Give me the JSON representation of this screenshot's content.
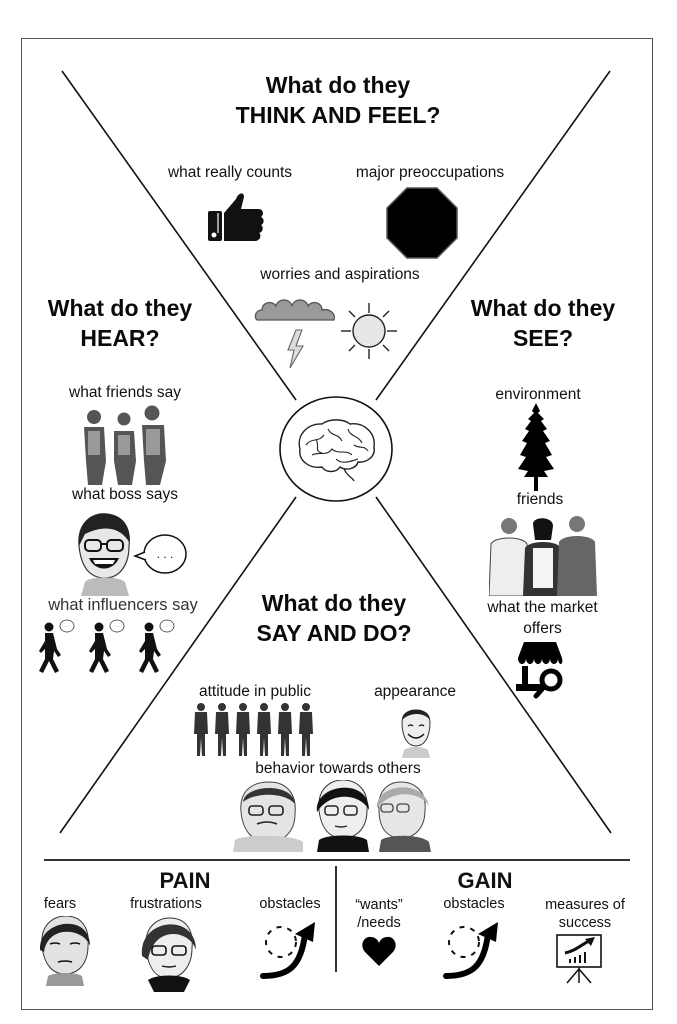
{
  "map": {
    "center_icon": "brain-icon",
    "quadrants": {
      "think_feel": {
        "title_line1": "What do they",
        "title_line2": "THINK AND FEEL?",
        "items": [
          {
            "label": "what really counts",
            "icon": "thumbs-up-icon"
          },
          {
            "label": "major preoccupations",
            "icon": "stop-sign-icon"
          },
          {
            "label": "worries and aspirations",
            "icon": "cloud-lightning-sun-icon"
          }
        ]
      },
      "hear": {
        "title_line1": "What do they",
        "title_line2": "HEAR?",
        "items": [
          {
            "label": "what friends say",
            "icon": "group-talking-icon"
          },
          {
            "label": "what boss says",
            "icon": "laughing-face-speech-bubble-icon",
            "bubble_text": ". . ."
          },
          {
            "label": "what influencers say",
            "icon": "walking-people-speech-icon"
          }
        ]
      },
      "see": {
        "title_line1": "What do they",
        "title_line2": "SEE?",
        "items": [
          {
            "label": "environment",
            "icon": "tree-icon"
          },
          {
            "label": "friends",
            "icon": "friends-group-icon"
          },
          {
            "label": "what the market offers",
            "label_line1": "what the market",
            "label_line2": "offers",
            "icon": "store-search-icon"
          }
        ]
      },
      "say_do": {
        "title_line1": "What do they",
        "title_line2": "SAY AND DO?",
        "items": [
          {
            "label": "attitude in public",
            "icon": "standing-figures-icon"
          },
          {
            "label": "appearance",
            "icon": "smiling-man-icon"
          },
          {
            "label": "behavior towards others",
            "icon": "three-faces-icon"
          }
        ]
      }
    }
  },
  "pain": {
    "title": "PAIN",
    "items": [
      {
        "label": "fears",
        "icon": "worried-woman-face-icon"
      },
      {
        "label": "frustrations",
        "icon": "glasses-woman-face-icon"
      },
      {
        "label": "obstacles",
        "icon": "dashed-circle-arrow-icon"
      }
    ]
  },
  "gain": {
    "title": "GAIN",
    "items": [
      {
        "label": "“wants” /needs",
        "label_line1": "“wants”",
        "label_line2": "/needs",
        "icon": "heart-icon"
      },
      {
        "label": "obstacles",
        "icon": "dashed-circle-arrow-icon"
      },
      {
        "label": "measures of success",
        "label_line1": "measures of",
        "label_line2": "success",
        "icon": "presentation-chart-icon"
      }
    ]
  },
  "colors": {
    "ink": "#111111",
    "frame": "#555555",
    "cloud": "#9a9a9a",
    "sun": "#e6e6e6",
    "bolt": "#dcdcdc"
  }
}
